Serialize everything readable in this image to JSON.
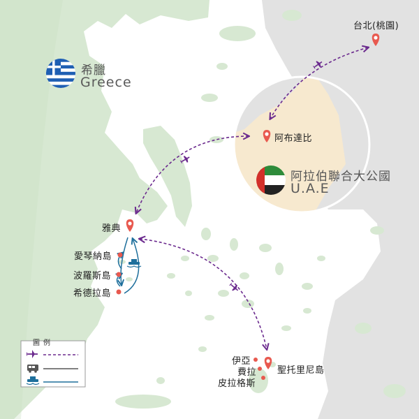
{
  "regions": {
    "greece": {
      "name_zh": "希臘",
      "name_en": "Greece"
    },
    "uae": {
      "name_zh": "阿拉伯聯合大公國",
      "name_en": "U.A.E"
    }
  },
  "places": {
    "taipei": "台北(桃園)",
    "abu_dhabi": "阿布達比",
    "athens": "雅典",
    "aegina": "愛琴納島",
    "poros": "波羅斯島",
    "hydra": "希德拉島",
    "santorini": "聖托里尼島",
    "oia": "伊亞",
    "fira": "費拉",
    "pyrgos": "皮拉格斯"
  },
  "legend": {
    "title": "圖例",
    "items": [
      {
        "icon": "airplane-icon",
        "style": "dashed",
        "color": "#6b2a8e"
      },
      {
        "icon": "bus-icon",
        "style": "solid",
        "color": "#555555"
      },
      {
        "icon": "ferry-icon",
        "style": "solid",
        "color": "#1e6f9c"
      }
    ]
  },
  "colors": {
    "sea": "#ffffff",
    "greece_land": "#d7e8d2",
    "asia_land": "#e2e2e2",
    "uae_land": "#f7e9cf",
    "flight_route": "#6b2a8e",
    "ferry_route": "#1e6f9c",
    "pin": "#e8594f"
  }
}
